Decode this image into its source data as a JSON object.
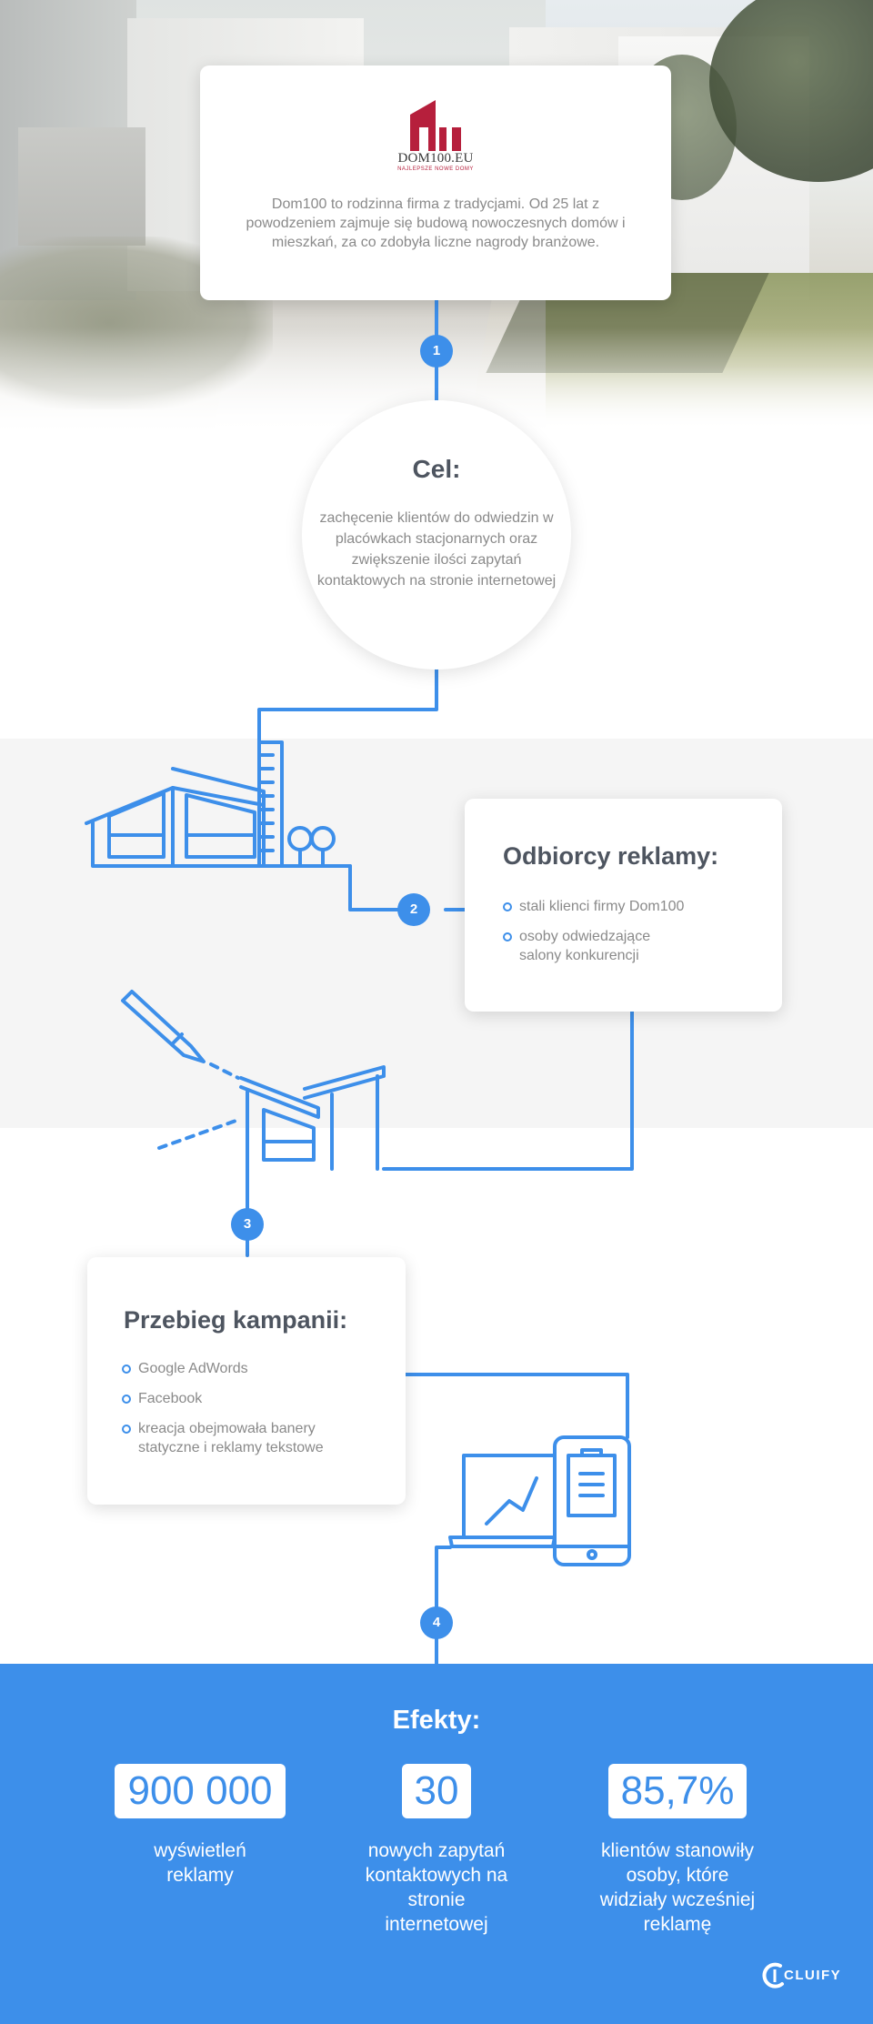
{
  "brand_logo": {
    "text": "DOM100.EU",
    "tagline": "NAJLEPSZE NOWE DOMY",
    "color": "#b61f3c"
  },
  "intro": {
    "text": "Dom100 to rodzinna firma z tradycjami. Od 25 lat z powodzeniem zajmuje się budową nowoczesnych domów i mieszkań, za co zdobyła liczne nagrody branżowe."
  },
  "steps": [
    "1",
    "2",
    "3",
    "4"
  ],
  "goal": {
    "title": "Cel:",
    "text": "zachęcenie klientów do odwiedzin w placówkach stacjonarnych oraz zwiększenie ilości zapytań kontaktowych na stronie internetowej"
  },
  "audience": {
    "title": "Odbiorcy reklamy:",
    "items": [
      "stali klienci firmy Dom100",
      "osoby odwiedzające salony konkurencji"
    ]
  },
  "campaign": {
    "title": "Przebieg kampanii:",
    "items": [
      "Google AdWords",
      "Facebook",
      "kreacja obejmowała banery statyczne i reklamy tekstowe"
    ]
  },
  "results": {
    "title": "Efekty:",
    "stats": [
      {
        "value": "900 000",
        "label": "wyświetleń reklamy"
      },
      {
        "value": "30",
        "label": "nowych zapytań kontaktowych na stronie internetowej"
      },
      {
        "value": "85,7%",
        "label": "klientów stanowiły osoby, które widziały wcześniej reklamę"
      }
    ]
  },
  "footer": {
    "brand": "CLUIFY"
  },
  "icons": [
    "house-outline-icon",
    "pencil-icon",
    "small-house-outline-icon",
    "laptop-chart-icon",
    "tablet-clipboard-icon",
    "trees-icon"
  ],
  "colors": {
    "accent": "#3d8fea",
    "heading": "#4e5560",
    "text": "#8a8a8a",
    "band": "#f5f5f5"
  }
}
